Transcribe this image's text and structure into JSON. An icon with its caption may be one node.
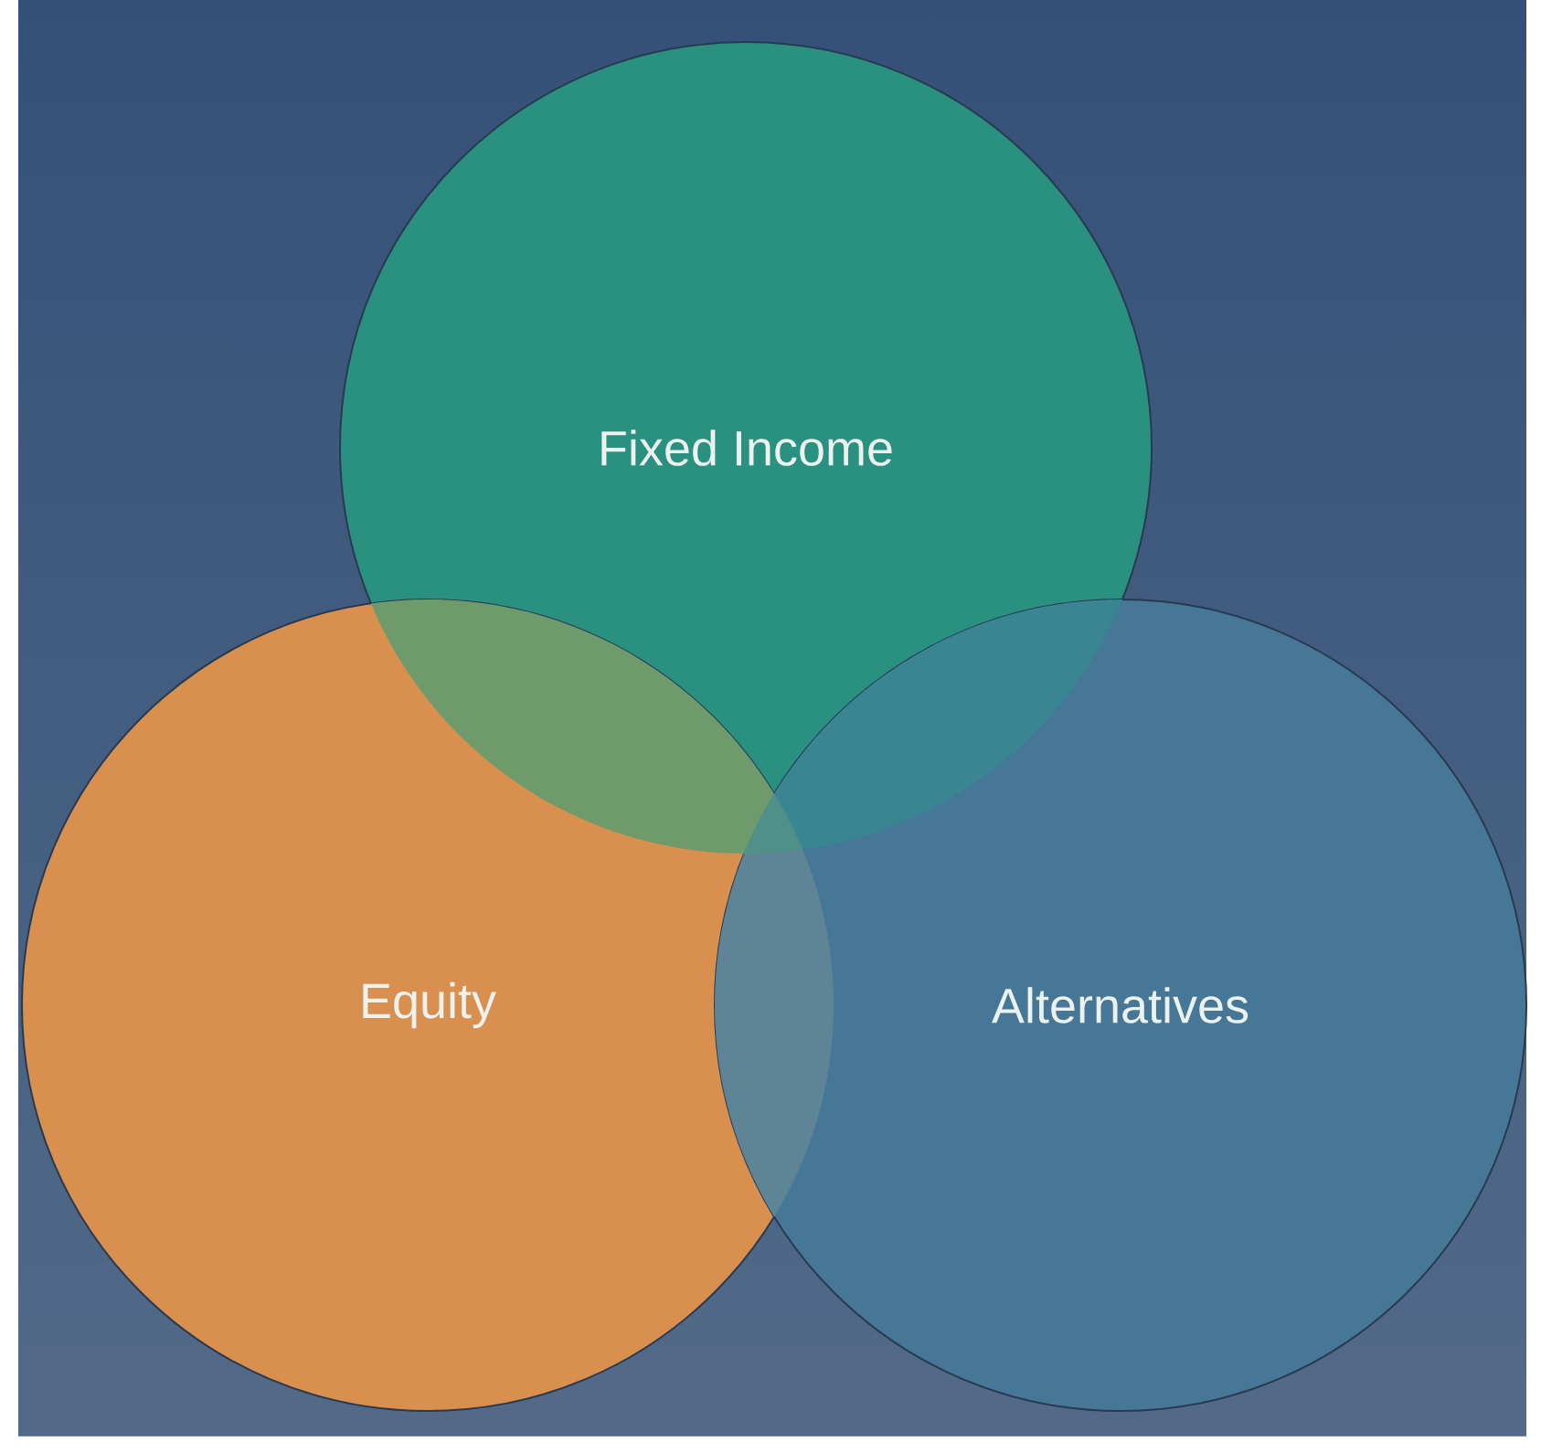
{
  "diagram": {
    "nodes": [
      {
        "text": [
          "Fixed Income"
        ]
      },
      {
        "text": [
          "Equity"
        ]
      },
      {
        "text": [
          "Alternatives"
        ]
      }
    ]
  }
}
